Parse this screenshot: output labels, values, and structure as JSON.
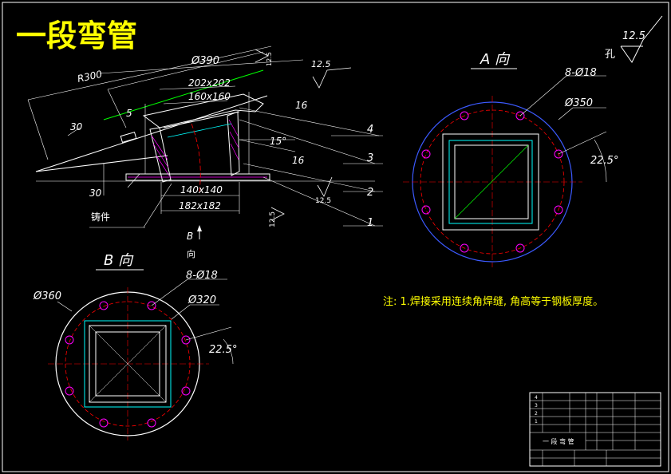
{
  "title": "一段弯管",
  "roughness_top": "12.5",
  "roughness_top_note": "孔",
  "elbow": {
    "r300": "R300",
    "d390": "Ø390",
    "sq202": "202x202",
    "sq160": "160x160",
    "ra12_5_a": "12.5",
    "ra12_5_b": "12.5",
    "ra12_5_c": "12.5",
    "ra12_5_d": "12.5",
    "dim16_a": "16",
    "dim16_b": "16",
    "dim30_a": "30",
    "dim30_b": "30",
    "dim5": "5",
    "angle15": "15°",
    "sq140": "140x140",
    "sq182": "182x182",
    "cast": "铸件",
    "parts": [
      "4",
      "3",
      "2",
      "1"
    ]
  },
  "view_a": {
    "title": "A 向",
    "holes": "8-Ø18",
    "d350": "Ø350",
    "angle": "22.5°"
  },
  "view_b": {
    "arrow_label": "B",
    "arrow_label2": "向",
    "title": "B 向",
    "holes": "8-Ø18",
    "d360": "Ø360",
    "d320": "Ø320",
    "angle": "22.5°"
  },
  "note": "注: 1.焊接采用连续角焊缝, 角高等于钢板厚度。",
  "title_block": {
    "name": "一 段 弯 管",
    "rows": [
      "4",
      "3",
      "2",
      "1"
    ]
  },
  "colors": {
    "white": "#ffffff",
    "yellow": "#ffff00",
    "green": "#00ff00",
    "cyan": "#00ffff",
    "red": "#ff0000",
    "magenta": "#ff00ff",
    "blue": "#3c5aff"
  }
}
